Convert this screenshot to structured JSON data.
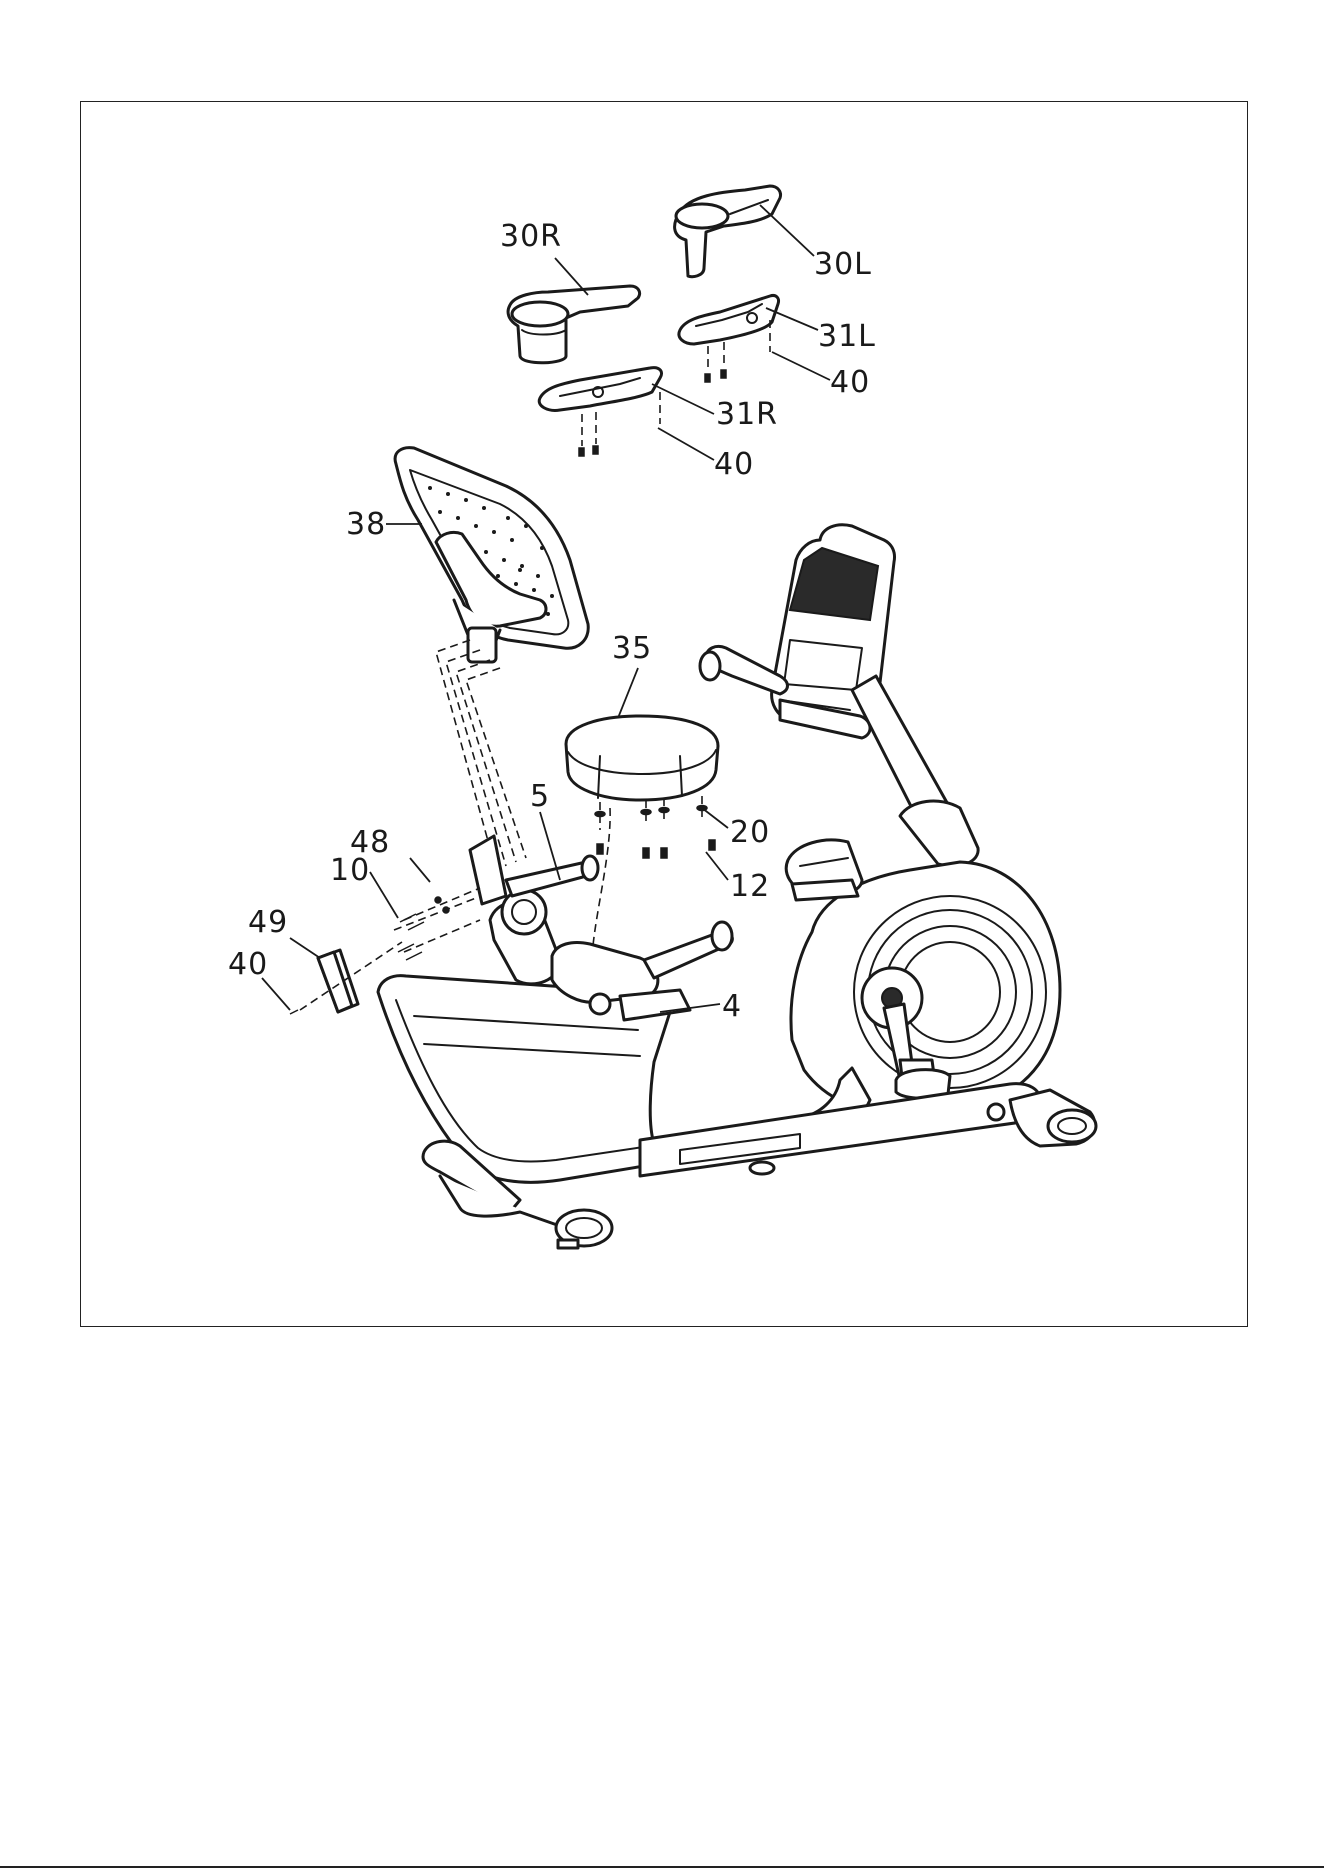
{
  "diagram": {
    "callouts": {
      "p30R": "30R",
      "p30L": "30L",
      "p31L": "31L",
      "p40a": "40",
      "p31R": "31R",
      "p40b": "40",
      "p38": "38",
      "p35": "35",
      "p5": "5",
      "p48": "48",
      "p10": "10",
      "p20": "20",
      "p12": "12",
      "p49": "49",
      "p40c": "40",
      "p4": "4"
    }
  }
}
